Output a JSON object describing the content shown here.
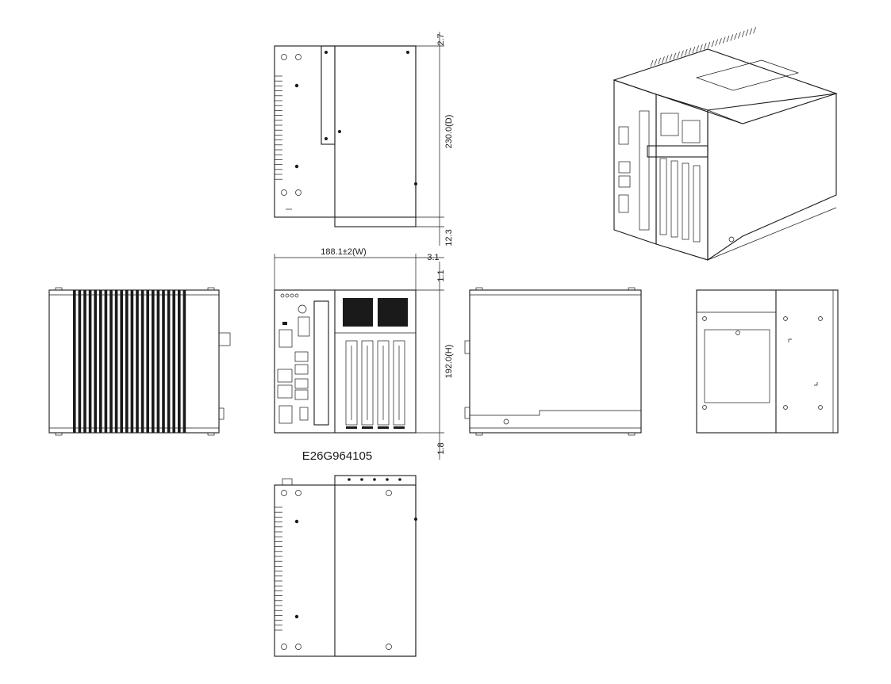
{
  "dimensions": {
    "top_gap": "2.7",
    "depth": "230.0(D)",
    "rear_offset": "12.3",
    "width": "188.1±2(W)",
    "width_offset": "3.1",
    "top_offset": "1.1",
    "height": "192.0(H)",
    "bottom_offset": "1.8"
  },
  "model_code": "E26G964105"
}
